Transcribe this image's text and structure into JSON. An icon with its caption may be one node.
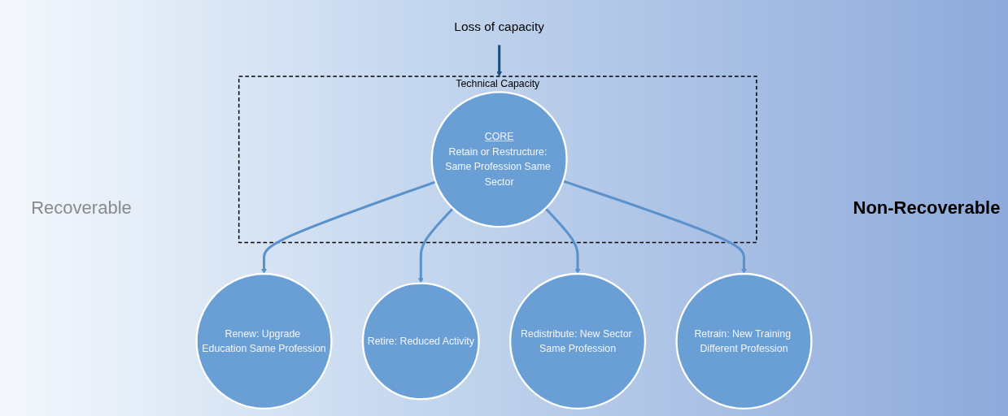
{
  "diagram": {
    "nodes": [
      {
        "text": [
          "Technical Capacity"
        ]
      },
      {
        "text": [
          "CORE",
          "Retain or Restructure: Same Profession Same Sector"
        ],
        "in": 0
      },
      {
        "text": [
          "Renew: Upgrade Education Same Profession"
        ]
      },
      {
        "text": [
          "Retire: Reduced Activity"
        ]
      },
      {
        "text": [
          "Redistribute: New Sector Same Profession"
        ]
      },
      {
        "text": [
          "Retrain: New Training Different Profession"
        ]
      },
      {
        "text": [
          "Loss of capacity"
        ]
      }
    ],
    "edges": [
      {
        "from": 1,
        "to": 2,
        "arrow": "to"
      },
      {
        "from": 1,
        "to": 3,
        "arrow": "to"
      },
      {
        "from": 1,
        "to": 4,
        "arrow": "to"
      },
      {
        "from": 1,
        "to": 5,
        "arrow": "to"
      },
      {
        "from": 6,
        "to": 0,
        "arrow": "to",
        "color": "#1f4e79"
      }
    ],
    "labels": [
      "Recoverable",
      "Non-Recoverable"
    ]
  }
}
